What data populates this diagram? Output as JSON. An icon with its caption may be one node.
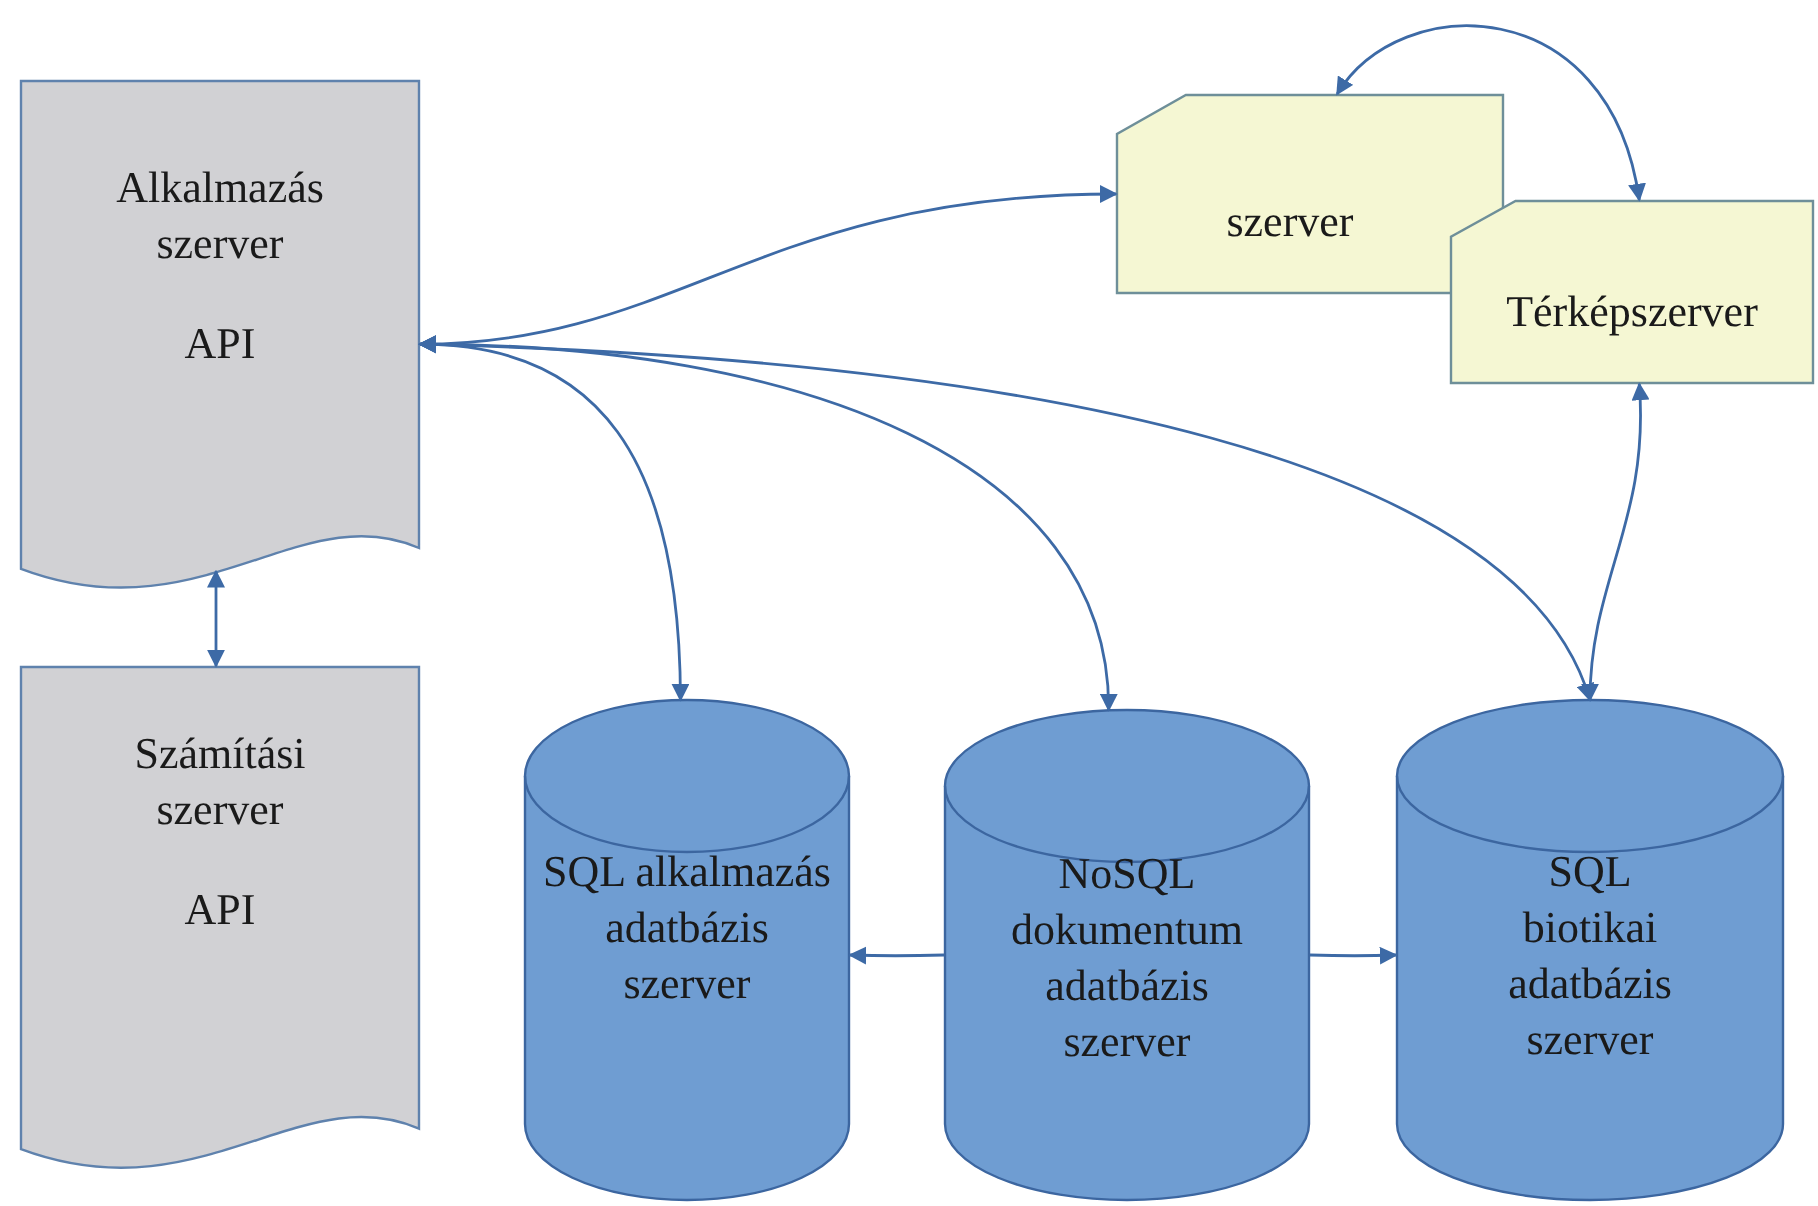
{
  "diagram": {
    "nodes": [
      {
        "text": [
          "Alkalmazás szerver",
          "API"
        ]
      },
      {
        "text": [
          "Számítási szerver",
          "API"
        ]
      },
      {
        "text": [
          "szerver"
        ]
      },
      {
        "text": [
          "Térképszerver"
        ]
      },
      {
        "text": [
          "SQL alkalmazás adatbázis szerver"
        ]
      },
      {
        "text": [
          "NoSQL dokumentum adatbázis szerver"
        ]
      },
      {
        "text": [
          "SQL biotikai adatbázis szerver"
        ]
      }
    ],
    "edges": [
      {
        "from": 0,
        "to": 2,
        "arrow": "both"
      },
      {
        "from": 0,
        "to": 4,
        "arrow": "both"
      },
      {
        "from": 0,
        "to": 5,
        "arrow": "both"
      },
      {
        "from": 0,
        "to": 6,
        "arrow": "both"
      },
      {
        "from": 2,
        "to": 3,
        "arrow": "both"
      },
      {
        "from": 3,
        "to": 6,
        "arrow": "both"
      },
      {
        "from": 0,
        "to": 1,
        "arrow": "both"
      },
      {
        "from": 5,
        "to": 4,
        "arrow": "to"
      },
      {
        "from": 5,
        "to": 6,
        "arrow": "to"
      }
    ]
  }
}
